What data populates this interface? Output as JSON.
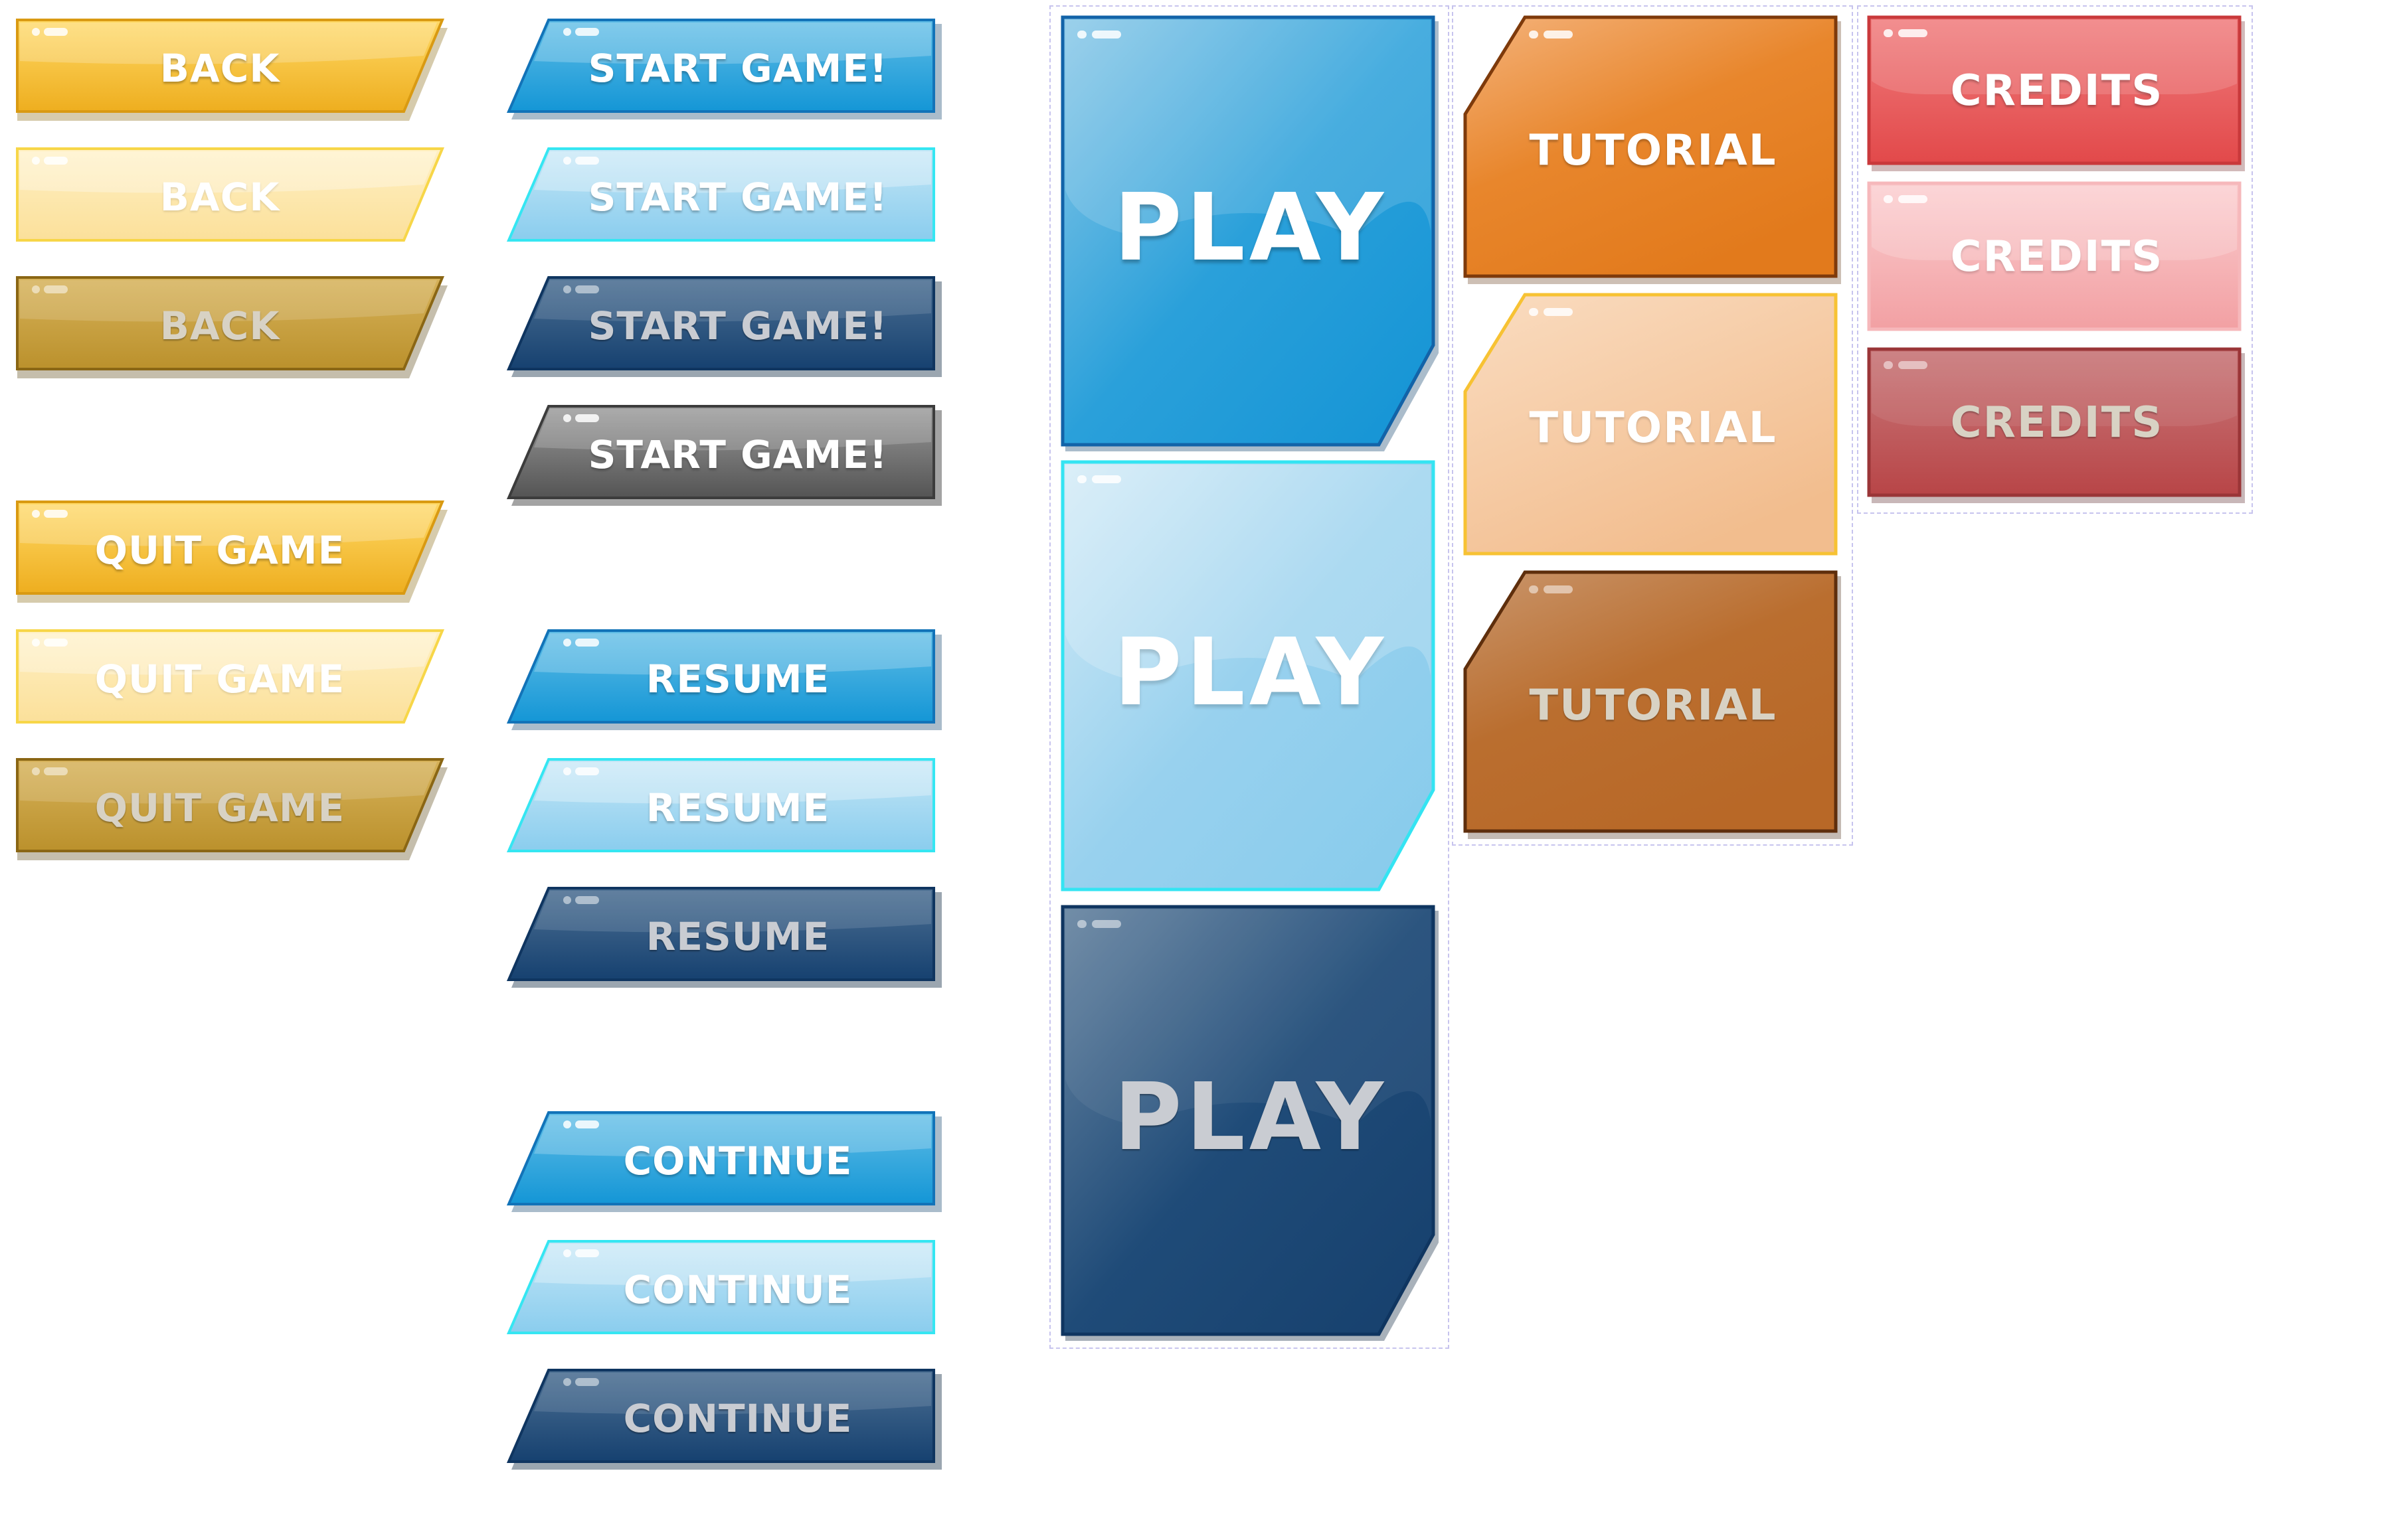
{
  "colors": {
    "yellow": {
      "normal": "#f2b52d",
      "hover": "#fbe3a0",
      "disabled": "#c59a37"
    },
    "blue": {
      "normal": "#199bd8",
      "hover": "#8fcfed",
      "disabled": "#1b4472"
    },
    "gray": {
      "normal": "#5a5a5a"
    },
    "orange": {
      "normal": "#e47d1f",
      "hover": "#f4be92",
      "disabled": "#b8692a"
    },
    "red": {
      "normal": "#e24b4c",
      "hover": "#f3a2a5",
      "disabled": "#b9474a"
    }
  },
  "yellow_buttons": {
    "back": [
      "BACK",
      "BACK",
      "BACK"
    ],
    "quit": [
      "QUIT GAME",
      "QUIT GAME",
      "QUIT GAME"
    ]
  },
  "blue_buttons": {
    "start": [
      "START GAME!",
      "START GAME!",
      "START GAME!",
      "START GAME!"
    ],
    "resume": [
      "RESUME",
      "RESUME",
      "RESUME"
    ],
    "continue": [
      "CONTINUE",
      "CONTINUE",
      "CONTINUE"
    ]
  },
  "play_buttons": [
    "PLAY",
    "PLAY",
    "PLAY"
  ],
  "tutorial_buttons": [
    "TUTORIAL",
    "TUTORIAL",
    "TUTORIAL"
  ],
  "credits_buttons": [
    "CREDITS",
    "CREDITS",
    "CREDITS"
  ],
  "icons": {
    "shine": "corner-dots-icon"
  }
}
